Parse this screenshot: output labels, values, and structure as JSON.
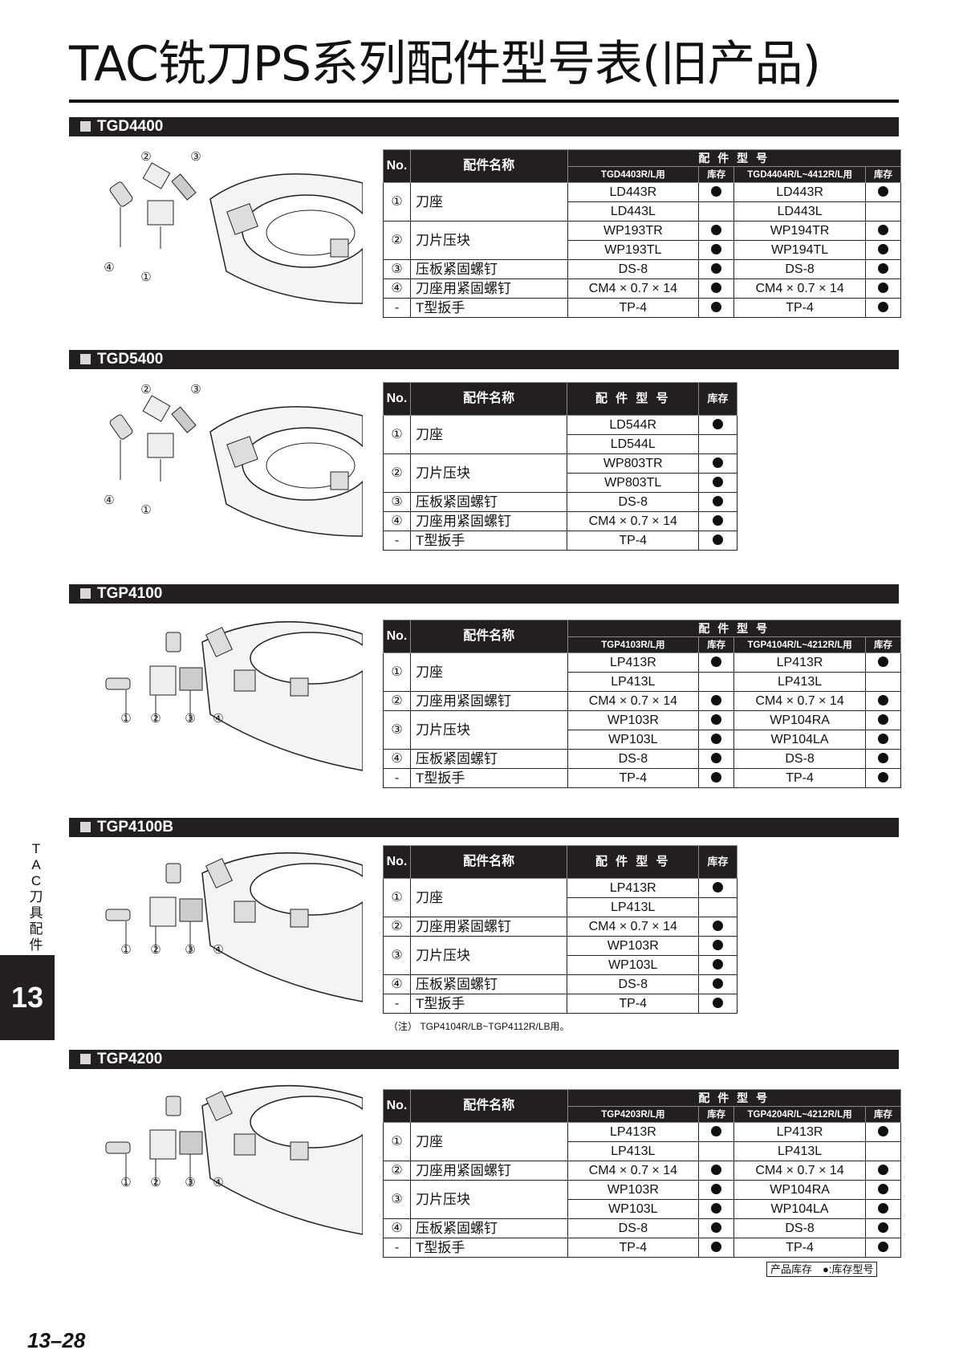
{
  "page": {
    "title": "TAC铣刀PS系列配件型号表(旧产品)",
    "side_label": [
      "T",
      "A",
      "C",
      "刀",
      "具",
      "配",
      "件"
    ],
    "chapter_tab": "13",
    "page_number": "13–28",
    "note": "（注）  TGP4104R/LB~TGP4112R/LB用。",
    "legend": "产品库存　●:库存型号"
  },
  "headers": {
    "no": "No.",
    "name": "配件名称",
    "model": "配 件 型 号",
    "stock": "库存"
  },
  "callouts": [
    "①",
    "②",
    "③",
    "④"
  ],
  "sections": [
    {
      "id": "TGD4400",
      "label": "TGD4400",
      "variants": [
        "TGD4403R/L用",
        "TGD4404R/L~4412R/L用"
      ],
      "rows": [
        {
          "no": "①",
          "name": "刀座",
          "items": [
            [
              "LD443R",
              "●",
              "LD443R",
              "●"
            ],
            [
              "LD443L",
              "",
              "LD443L",
              ""
            ]
          ]
        },
        {
          "no": "②",
          "name": "刀片压块",
          "items": [
            [
              "WP193TR",
              "●",
              "WP194TR",
              "●"
            ],
            [
              "WP193TL",
              "●",
              "WP194TL",
              "●"
            ]
          ]
        },
        {
          "no": "③",
          "name": "压板紧固螺钉",
          "items": [
            [
              "DS-8",
              "●",
              "DS-8",
              "●"
            ]
          ]
        },
        {
          "no": "④",
          "name": "刀座用紧固螺钉",
          "items": [
            [
              "CM4 × 0.7 × 14",
              "●",
              "CM4 × 0.7 × 14",
              "●"
            ]
          ]
        },
        {
          "no": "-",
          "name": "T型扳手",
          "items": [
            [
              "TP-4",
              "●",
              "TP-4",
              "●"
            ]
          ]
        }
      ]
    },
    {
      "id": "TGD5400",
      "label": "TGD5400",
      "variants": [],
      "rows": [
        {
          "no": "①",
          "name": "刀座",
          "items": [
            [
              "LD544R",
              "●"
            ],
            [
              "LD544L",
              ""
            ]
          ]
        },
        {
          "no": "②",
          "name": "刀片压块",
          "items": [
            [
              "WP803TR",
              "●"
            ],
            [
              "WP803TL",
              "●"
            ]
          ]
        },
        {
          "no": "③",
          "name": "压板紧固螺钉",
          "items": [
            [
              "DS-8",
              "●"
            ]
          ]
        },
        {
          "no": "④",
          "name": "刀座用紧固螺钉",
          "items": [
            [
              "CM4 × 0.7 × 14",
              "●"
            ]
          ]
        },
        {
          "no": "-",
          "name": "T型扳手",
          "items": [
            [
              "TP-4",
              "●"
            ]
          ]
        }
      ]
    },
    {
      "id": "TGP4100",
      "label": "TGP4100",
      "variants": [
        "TGP4103R/L用",
        "TGP4104R/L~4212R/L用"
      ],
      "rows": [
        {
          "no": "①",
          "name": "刀座",
          "items": [
            [
              "LP413R",
              "●",
              "LP413R",
              "●"
            ],
            [
              "LP413L",
              "",
              "LP413L",
              ""
            ]
          ]
        },
        {
          "no": "②",
          "name": "刀座用紧固螺钉",
          "items": [
            [
              "CM4 × 0.7 × 14",
              "●",
              "CM4 × 0.7 × 14",
              "●"
            ]
          ]
        },
        {
          "no": "③",
          "name": "刀片压块",
          "items": [
            [
              "WP103R",
              "●",
              "WP104RA",
              "●"
            ],
            [
              "WP103L",
              "●",
              "WP104LA",
              "●"
            ]
          ]
        },
        {
          "no": "④",
          "name": "压板紧固螺钉",
          "items": [
            [
              "DS-8",
              "●",
              "DS-8",
              "●"
            ]
          ]
        },
        {
          "no": "-",
          "name": "T型扳手",
          "items": [
            [
              "TP-4",
              "●",
              "TP-4",
              "●"
            ]
          ]
        }
      ]
    },
    {
      "id": "TGP4100B",
      "label": "TGP4100B",
      "variants": [],
      "rows": [
        {
          "no": "①",
          "name": "刀座",
          "items": [
            [
              "LP413R",
              "●"
            ],
            [
              "LP413L",
              ""
            ]
          ]
        },
        {
          "no": "②",
          "name": "刀座用紧固螺钉",
          "items": [
            [
              "CM4 × 0.7 × 14",
              "●"
            ]
          ]
        },
        {
          "no": "③",
          "name": "刀片压块",
          "items": [
            [
              "WP103R",
              "●"
            ],
            [
              "WP103L",
              "●"
            ]
          ]
        },
        {
          "no": "④",
          "name": "压板紧固螺钉",
          "items": [
            [
              "DS-8",
              "●"
            ]
          ]
        },
        {
          "no": "-",
          "name": "T型扳手",
          "items": [
            [
              "TP-4",
              "●"
            ]
          ]
        }
      ]
    },
    {
      "id": "TGP4200",
      "label": "TGP4200",
      "variants": [
        "TGP4203R/L用",
        "TGP4204R/L~4212R/L用"
      ],
      "rows": [
        {
          "no": "①",
          "name": "刀座",
          "items": [
            [
              "LP413R",
              "●",
              "LP413R",
              "●"
            ],
            [
              "LP413L",
              "",
              "LP413L",
              ""
            ]
          ]
        },
        {
          "no": "②",
          "name": "刀座用紧固螺钉",
          "items": [
            [
              "CM4 × 0.7 × 14",
              "●",
              "CM4 × 0.7 × 14",
              "●"
            ]
          ]
        },
        {
          "no": "③",
          "name": "刀片压块",
          "items": [
            [
              "WP103R",
              "●",
              "WP104RA",
              "●"
            ],
            [
              "WP103L",
              "●",
              "WP104LA",
              "●"
            ]
          ]
        },
        {
          "no": "④",
          "name": "压板紧固螺钉",
          "items": [
            [
              "DS-8",
              "●",
              "DS-8",
              "●"
            ]
          ]
        },
        {
          "no": "-",
          "name": "T型扳手",
          "items": [
            [
              "TP-4",
              "●",
              "TP-4",
              "●"
            ]
          ]
        }
      ]
    }
  ]
}
